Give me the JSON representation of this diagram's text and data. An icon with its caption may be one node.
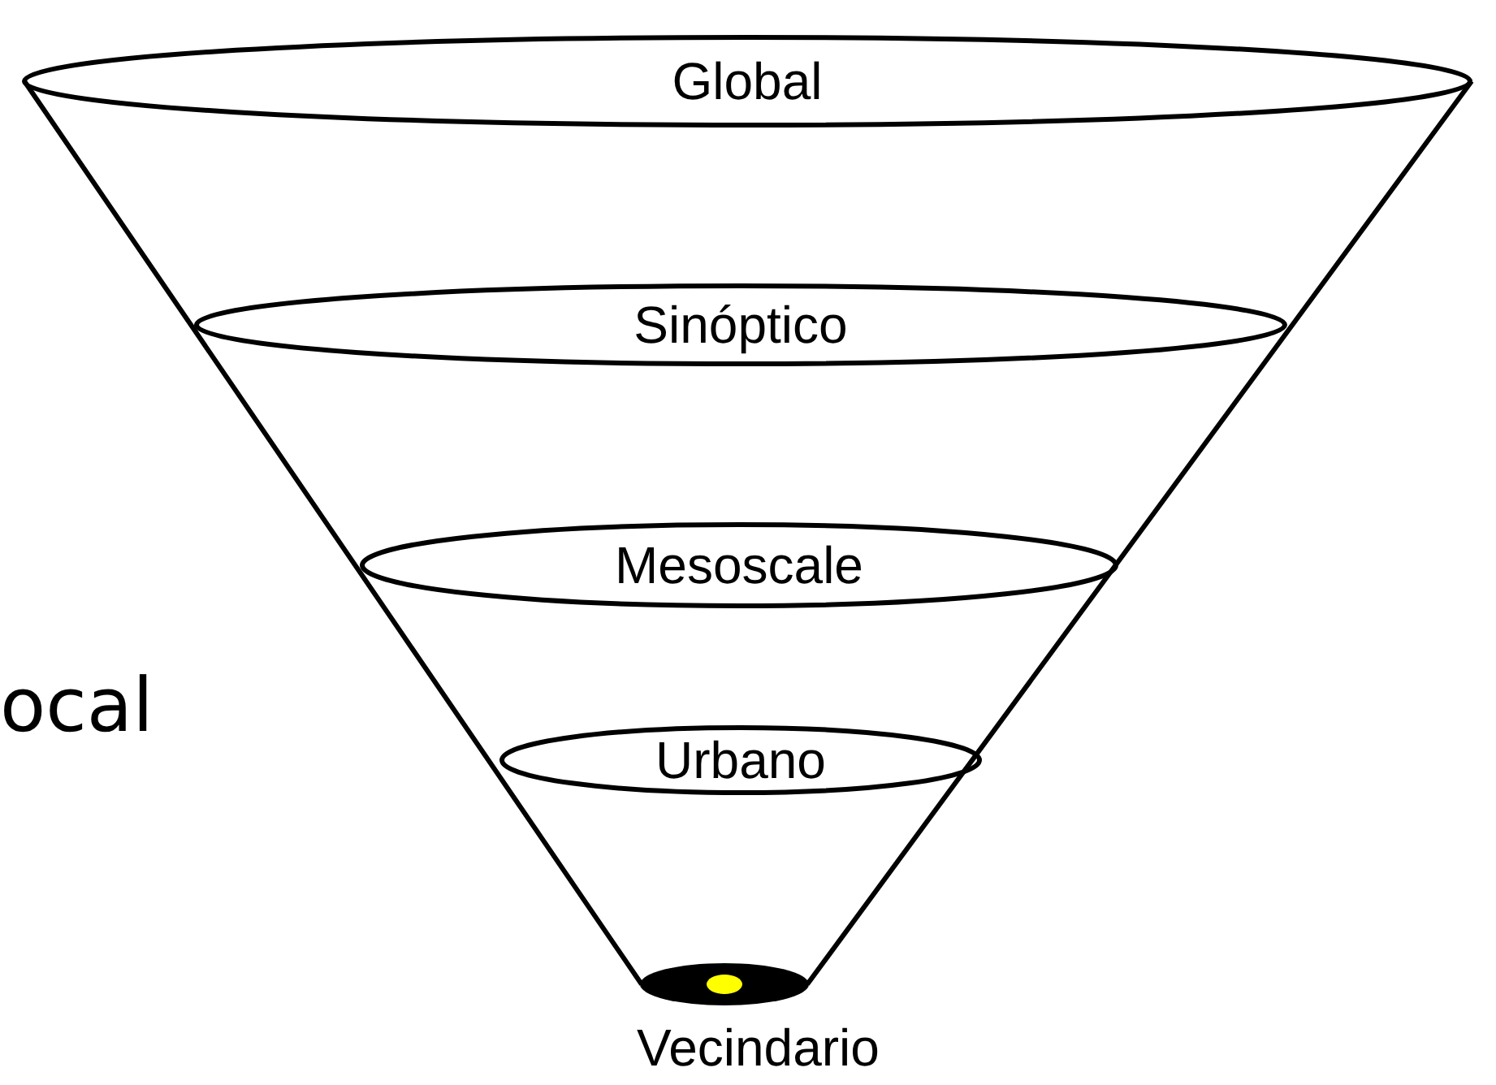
{
  "diagram": {
    "nodes": [
      {
        "text": [
          "Global"
        ]
      },
      {
        "text": [
          "Sinóptico"
        ]
      },
      {
        "text": [
          "Mesoscale"
        ]
      },
      {
        "text": [
          "Urbano"
        ]
      },
      {
        "text": [
          "Vecindario"
        ]
      }
    ],
    "edges": [],
    "labels": [
      "ocal"
    ]
  }
}
